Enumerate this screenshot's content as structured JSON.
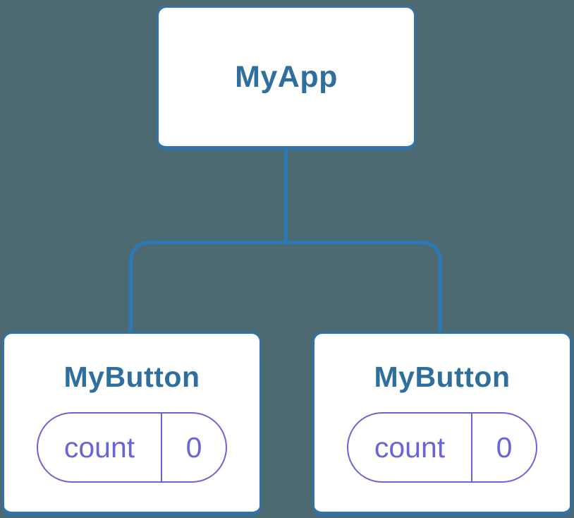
{
  "colors": {
    "bg": "#4d6a73",
    "card_bg": "#ffffff",
    "card_border": "#3173a8",
    "connector": "#2b7ab8",
    "title_text": "#2f6f9d",
    "state_accent": "#6965d8"
  },
  "tree": {
    "root": {
      "label": "MyApp"
    },
    "children": [
      {
        "label": "MyButton",
        "state": {
          "name": "count",
          "value": "0"
        }
      },
      {
        "label": "MyButton",
        "state": {
          "name": "count",
          "value": "0"
        }
      }
    ]
  }
}
